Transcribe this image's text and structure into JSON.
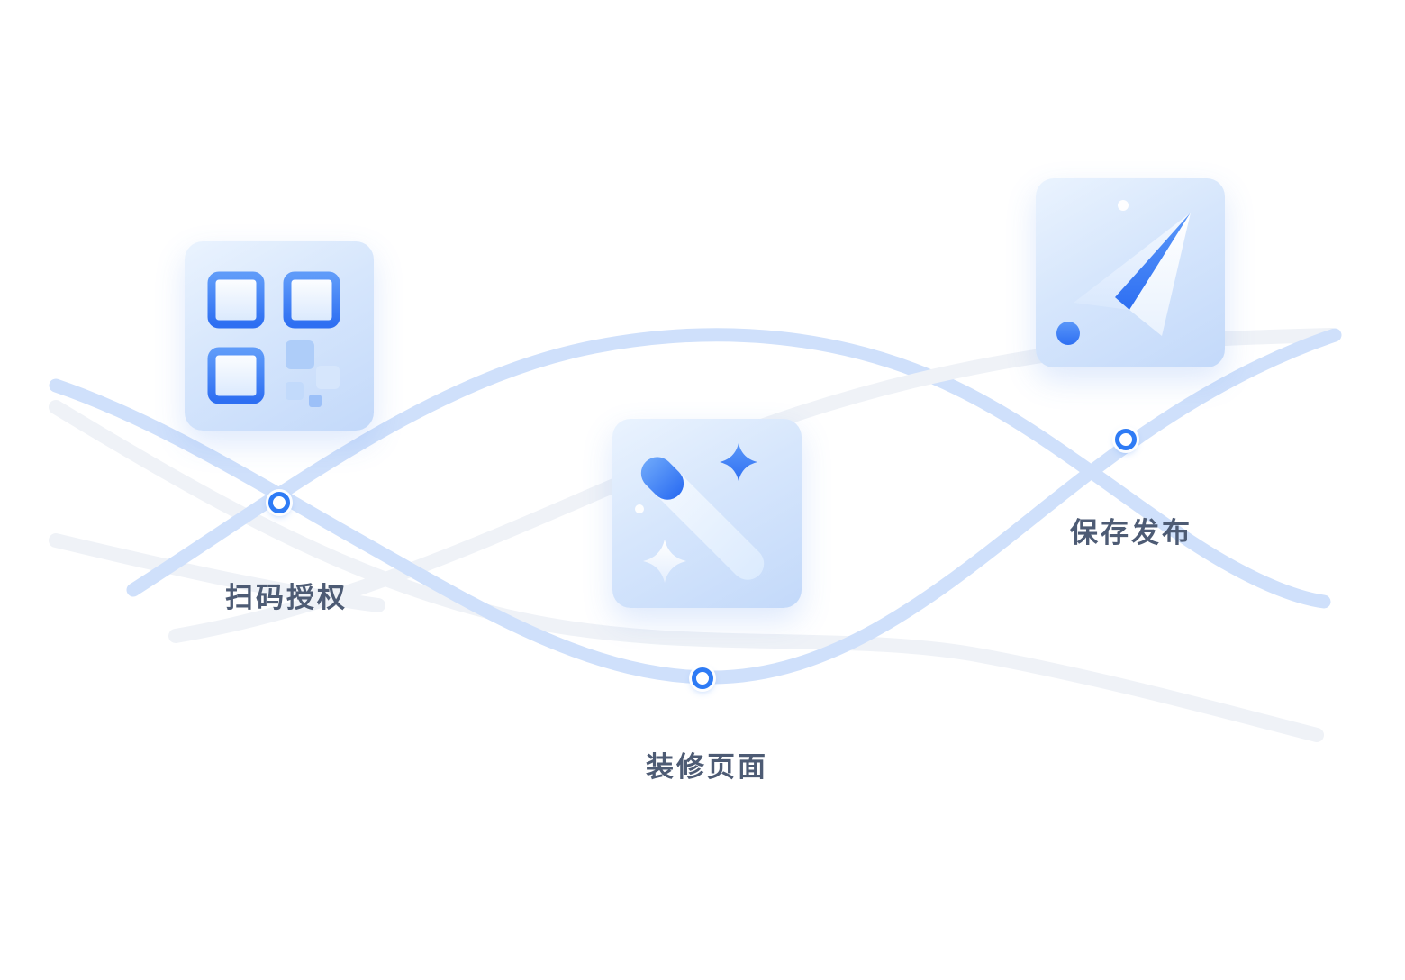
{
  "steps": [
    {
      "label": "扫码授权",
      "icon": "qr-code-icon"
    },
    {
      "label": "装修页面",
      "icon": "magic-wand-icon"
    },
    {
      "label": "保存发布",
      "icon": "paper-plane-icon"
    }
  ],
  "colors": {
    "accent_blue": "#2f7bf6",
    "curve_blue": "#cfe0fb",
    "curve_light": "#eff2f7",
    "card_gradient_start": "#eaf3fe",
    "card_gradient_end": "#c3d9fa",
    "label_text": "#4d5b74",
    "background": "#ffffff"
  }
}
